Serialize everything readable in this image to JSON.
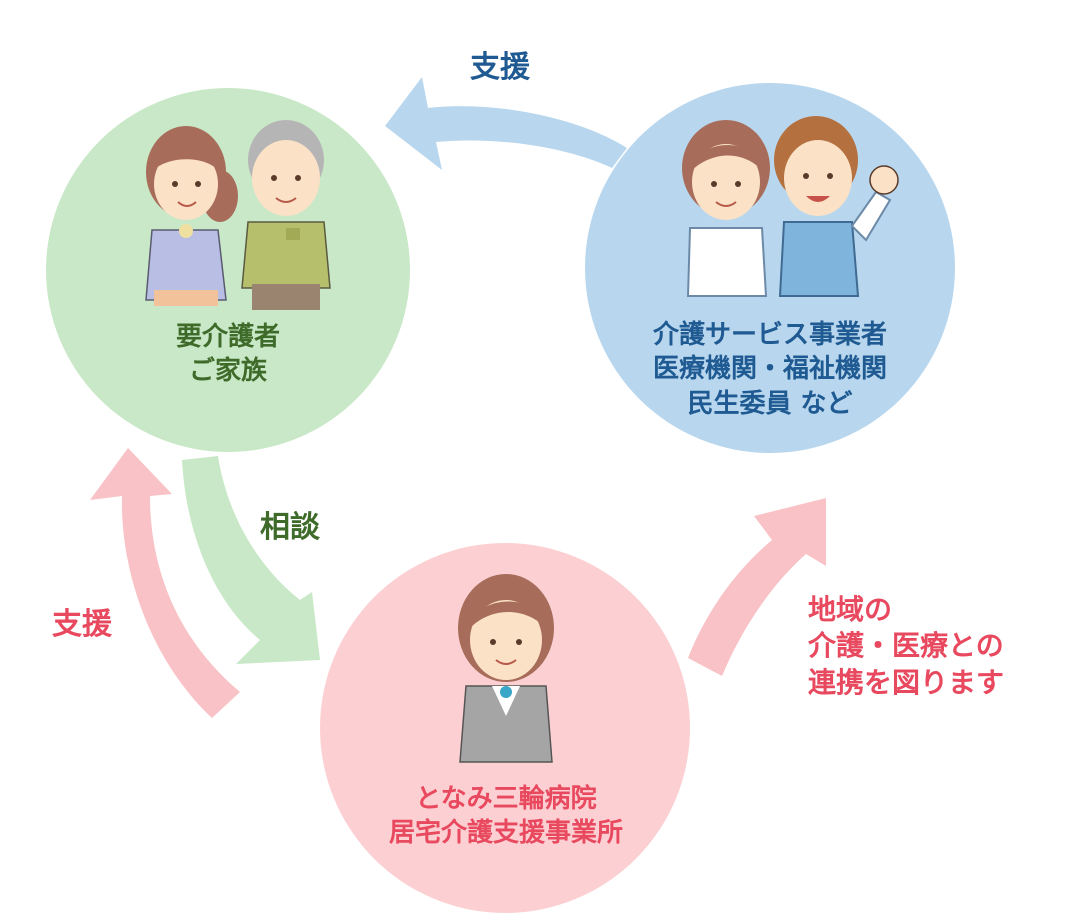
{
  "colors": {
    "family_circle": "#c9e8c7",
    "provider_circle": "#b8d7ee",
    "center_circle": "#fcd0d3",
    "green_arrow": "#c9e8c7",
    "blue_arrow": "#b8d7ee",
    "pink_arrow": "#f9c2c6",
    "green_text": "#3f6b2a",
    "blue_text": "#1f5a92",
    "pink_text": "#e8495f"
  },
  "nodes": {
    "family": {
      "line1": "要介護者",
      "line2": "ご家族",
      "icon": "elderly-couple-icon"
    },
    "providers": {
      "line1": "介護サービス事業者",
      "line2": "医療機関・福祉機関",
      "line3": "民生委員 など",
      "icon": "nurse-and-caregiver-icon"
    },
    "center": {
      "line1": "となみ三輪病院",
      "line2": "居宅介護支援事業所",
      "icon": "care-manager-icon"
    }
  },
  "edges": {
    "providers_to_family": "支援",
    "family_to_center": "相談",
    "center_to_family": "支援",
    "center_to_providers": {
      "line1": "地域の",
      "line2": "介護・医療との",
      "line3": "連携を図ります"
    }
  }
}
